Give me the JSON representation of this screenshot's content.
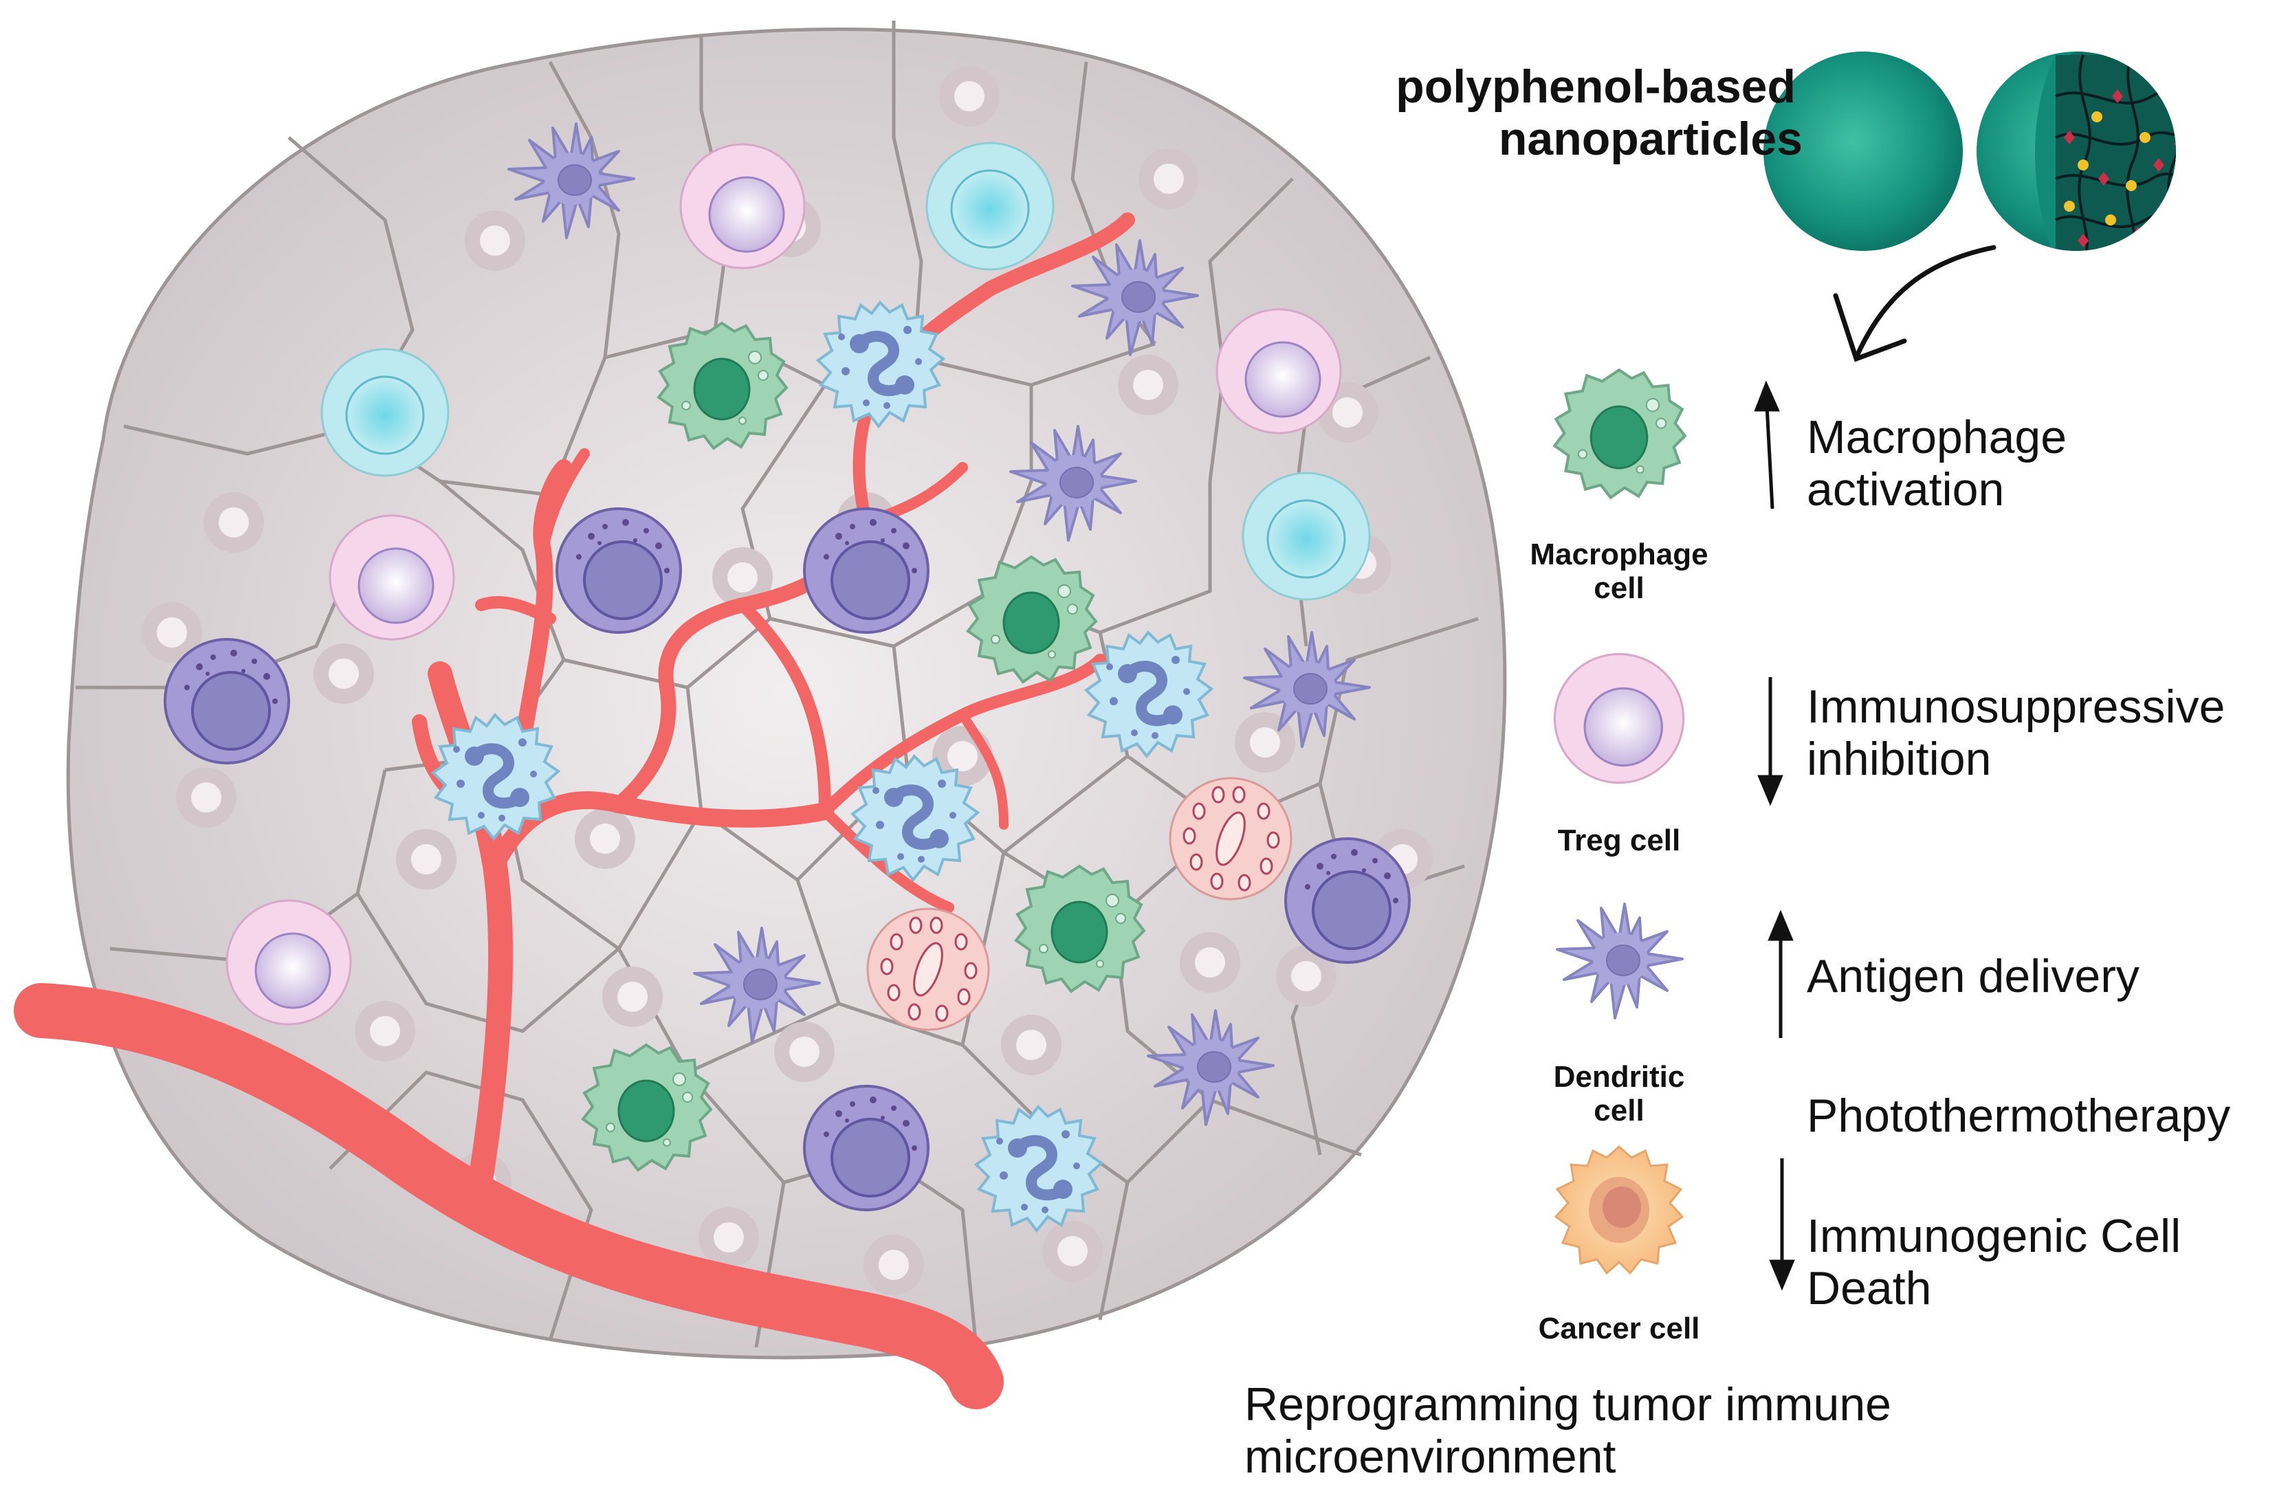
{
  "nanoparticle_title": {
    "line1": "polyphenol-based",
    "line2": "nanoparticles"
  },
  "legend": {
    "macrophage": {
      "label1": "Macrophage",
      "label2": "cell",
      "effect1": "Macrophage",
      "effect2": "activation",
      "direction": "up"
    },
    "treg": {
      "label1": "Treg cell",
      "effect1": "Immunosuppressive",
      "effect2": "inhibition",
      "direction": "down"
    },
    "dendritic": {
      "label1": "Dendritic",
      "label2": "cell",
      "effect1": "Antigen delivery",
      "direction": "up"
    },
    "therapy": {
      "effect1": "Photothermotherapy"
    },
    "cancer": {
      "label1": "Cancer cell",
      "effect1": "Immunogenic Cell",
      "effect2": "Death",
      "direction": "down"
    }
  },
  "footer": {
    "line1": "Reprogramming tumor immune",
    "line2": "microenvironment"
  },
  "colors": {
    "tumor_fill": "#d9d3d5",
    "tumor_stroke": "#9e9597",
    "vessel": "#f26666",
    "macrophage": "#8fcba9",
    "macrophage_nucleus": "#2f9a6f",
    "treg": "#f3cde3",
    "dendritic": "#a9a6d8",
    "tcell": "#9e93cf",
    "neutrophil": "#bfe3f2",
    "mast": "#f7c7c5",
    "nk": "#a8e3e8",
    "cancer": "#f9c995",
    "nanoparticle": "#1f9b86"
  },
  "icons": [
    "tumor-icon",
    "blood-vessel-icon",
    "macrophage-icon",
    "treg-icon",
    "dendritic-icon",
    "cancer-cell-icon",
    "nanoparticle-icon",
    "curved-arrow-icon",
    "up-arrow-icon",
    "down-arrow-icon"
  ]
}
